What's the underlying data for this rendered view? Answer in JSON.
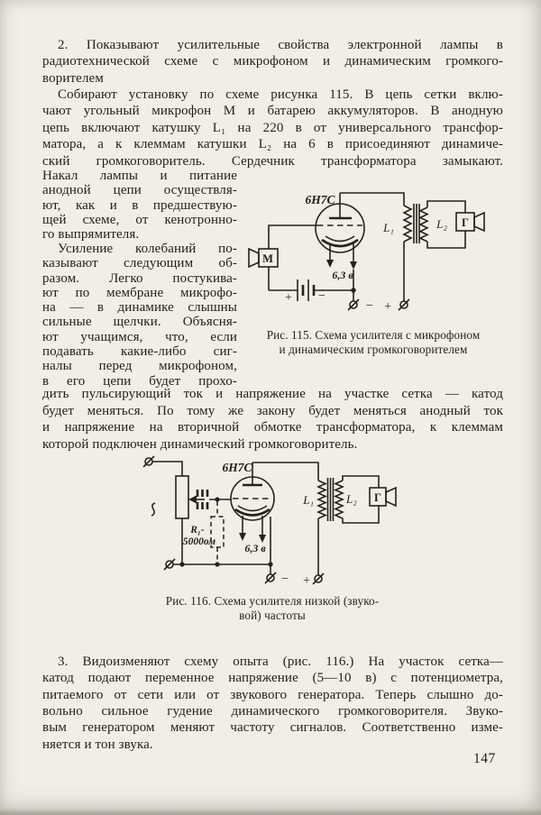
{
  "colors": {
    "paper": "#f1eee7",
    "ink": "#262219"
  },
  "page": {
    "number": "147"
  },
  "paragraphs": {
    "p1_body": "2. Показывают усилительные свойства электронной лампы в\nрадиотехнической схеме с микрофоном и динамическим громкого-",
    "p1_last": "ворителем",
    "p2_body": "Собирают установку по схеме рисунка 115. В цепь сетки вклю-\nчают угольный микрофон М и батарею аккумуляторов. В анодную\nцепь включают катушку L₁ на 220 в от универсального трансфор-\nматора, а к клеммам катушки L₂ на 6 в присоединяют динамиче-\nский громкоговоритель. Сердечник трансформатора замыкают.",
    "col_a_body": "Накал лампы и питание\nанодной цепи осуществля-\nют, как и в предшествую-\nщей схеме, от кенотронно-",
    "col_a_last": "го выпрямителя.",
    "col_b_body": "Усиление колебаний по-\nказывают следующим об-\nразом. Легко постукива-\nют по мембране микрофо-\nна — в динамике слышны\nсильные щелчки. Объясня-\nют учащимся, что, если\nподавать какие-либо сиг-\nналы перед микрофоном,\nв его цепи будет прохо-",
    "mid_body": "дить пульсирующий ток и напряжение на участке сетка — катод\nбудет меняться. По тому же закону будет меняться анодный ток\nи напряжение на вторичной обмотке трансформатора, к клеммам",
    "mid_last": "которой подключен динамический громкоговоритель.",
    "p3_body": "3. Видоизменяют схему опыта (рис. 116.) На участок сетка—\nкатод подают переменное напряжение (5—10 в) с потенциометра,\nпитаемого от сети или от звукового генератора. Теперь слышно до-\nвольно сильное гудение динамического громкоговорителя. Звуко-\nвым генератором меняют частоту сигналов. Соответственно изме-",
    "p3_last": "няется и тон звука."
  },
  "figure115": {
    "caption": "Рис. 115. Схема усилителя с микрофоном\nи динамическим громкоговорителем",
    "labels": {
      "tube": "6Н7С",
      "l1": "L₁",
      "l2": "L₂",
      "speaker": "Г",
      "mic": "М",
      "filament": "6,3 в",
      "bat_plus": "+",
      "bat_minus": "−",
      "term_minus": "−",
      "term_plus": "+"
    }
  },
  "figure116": {
    "caption": "Рис. 116. Схема усилителя низкой (звуко-\nвой) частоты",
    "labels": {
      "tube": "6Н7С",
      "r1": "R₁-",
      "r1_value": "5000ом",
      "l1": "L₁",
      "l2": "L₂",
      "speaker": "Г",
      "filament": "6,3 в",
      "term_minus": "−",
      "term_plus": "+"
    }
  }
}
